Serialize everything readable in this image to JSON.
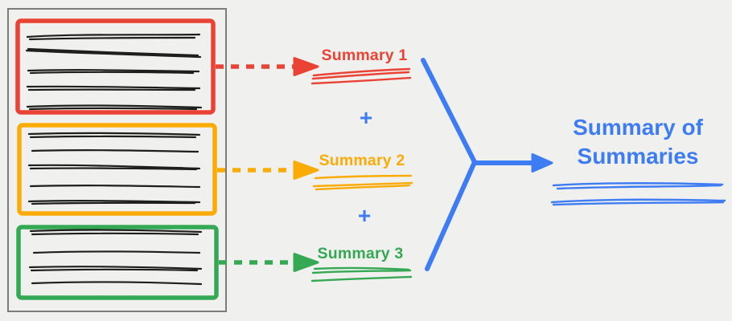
{
  "colors": {
    "red": "#EA4335",
    "orange": "#FBAB05",
    "green": "#34A853",
    "blue": "#3E7CF4",
    "ink": "#1e1e1e",
    "frame": "#7b7b7b",
    "bg": "#f0f0ee"
  },
  "document": {
    "description": "source document split into three highlighted chunks of scribbled text",
    "chunks": [
      {
        "label": "chunk 1",
        "color": "red",
        "text_lines": 5
      },
      {
        "label": "chunk 2",
        "color": "orange",
        "text_lines": 5
      },
      {
        "label": "chunk 3",
        "color": "green",
        "text_lines": 4
      }
    ]
  },
  "summaries": [
    {
      "label": "Summary 1",
      "color": "red"
    },
    {
      "label": "Summary 2",
      "color": "orange"
    },
    {
      "label": "Summary 3",
      "color": "green"
    }
  ],
  "operators": {
    "plus": "+"
  },
  "result": {
    "label": "Summary of Summaries",
    "color": "blue"
  }
}
